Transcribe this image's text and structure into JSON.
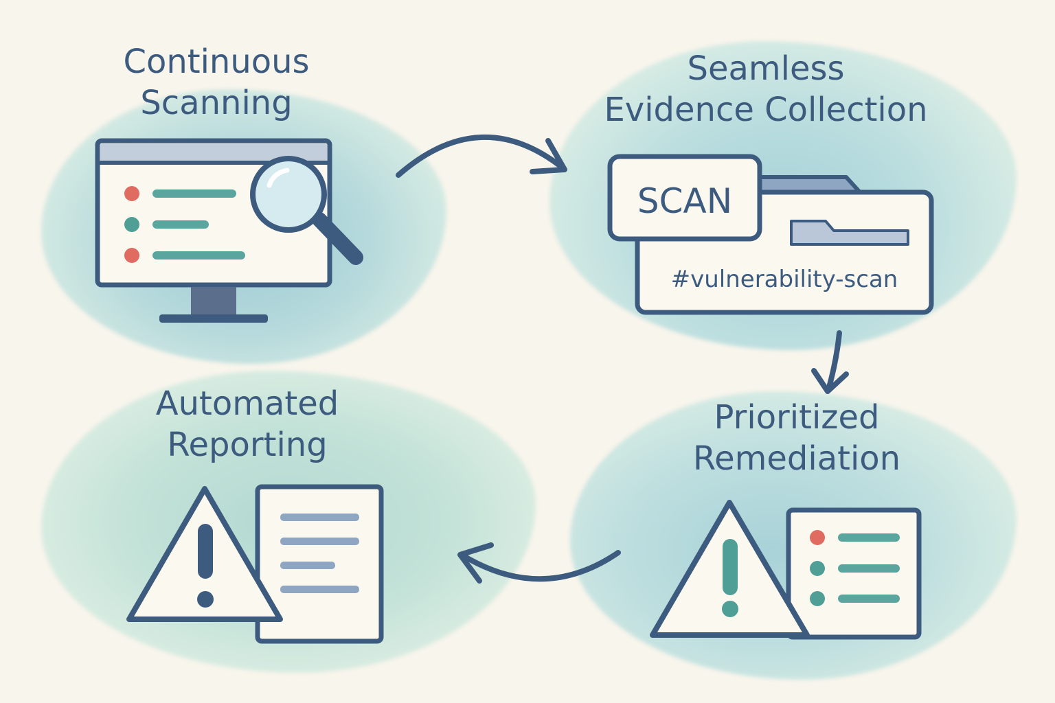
{
  "steps": [
    {
      "title_line1": "Continuous",
      "title_line2": "Scanning"
    },
    {
      "title_line1": "Seamless",
      "title_line2": "Evidence Collection",
      "tag": "SCAN",
      "folder_label": "#vulnerability-scan"
    },
    {
      "title_line1": "Prioritized",
      "title_line2": "Remediation"
    },
    {
      "title_line1": "Automated",
      "title_line2": "Reporting"
    }
  ],
  "colors": {
    "ink": "#3c5b7e",
    "status_red": "#e06b60",
    "status_green": "#4f9f97",
    "line_green": "#5aa59d",
    "line_blue": "#8fa6c2",
    "paper": "#f8f5ec"
  },
  "icons": [
    "monitor-icon",
    "magnifier-icon",
    "folder-icon",
    "warning-icon",
    "document-icon",
    "checklist-icon",
    "arrow-icon"
  ]
}
